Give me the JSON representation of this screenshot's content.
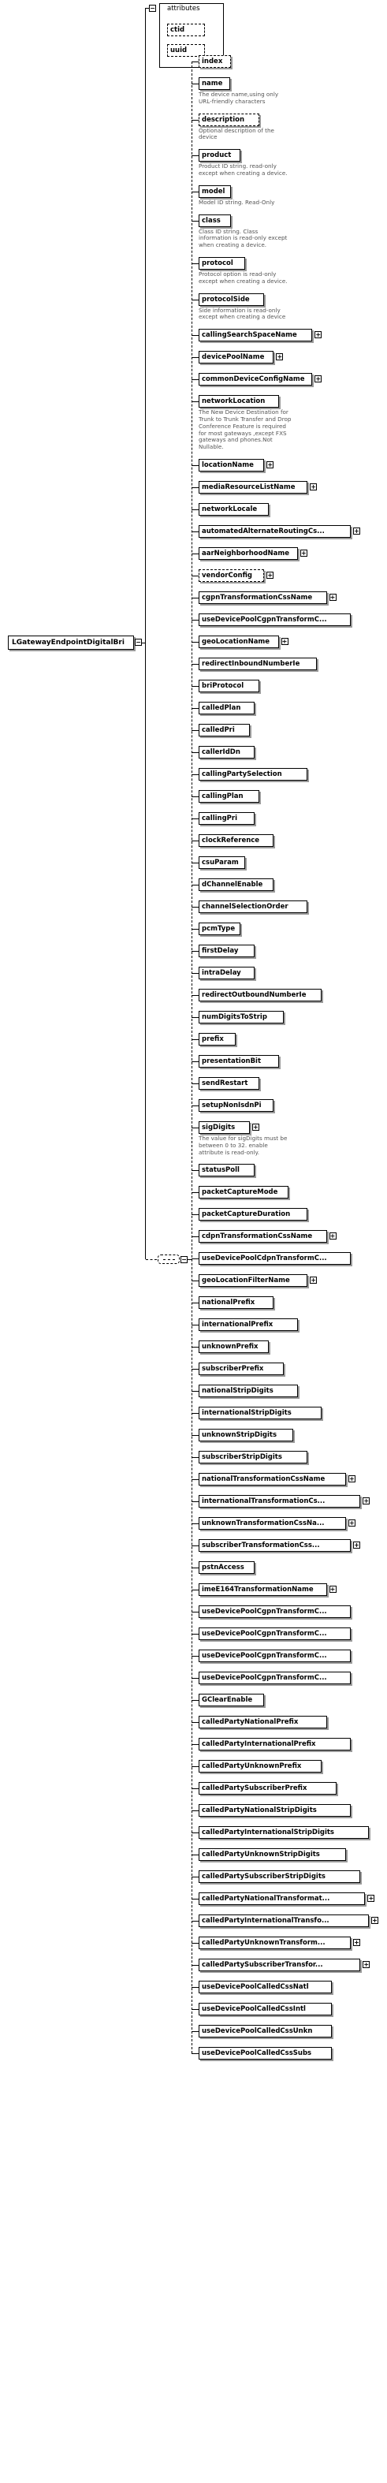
{
  "root": {
    "name": "LGatewayEndpointDigitalBri"
  },
  "attributes": {
    "title": "attributes",
    "items": [
      "ctid",
      "uuid"
    ]
  },
  "elements": [
    {
      "name": "index",
      "opt": true
    },
    {
      "name": "name",
      "desc": "The device name,using only URL-friendly characters"
    },
    {
      "name": "description",
      "opt": true,
      "desc": "Optional description of the device"
    },
    {
      "name": "product",
      "desc": "Product ID string. read-only except when creating a device."
    },
    {
      "name": "model",
      "desc": "Model ID string. Read-Only"
    },
    {
      "name": "class",
      "desc": "Class ID string. Class information is read-only except when creating a device."
    },
    {
      "name": "protocol",
      "desc": "Protocol option is read-only except when creating a device."
    },
    {
      "name": "protocolSide",
      "desc": "Side information is read-only except when creating a device"
    },
    {
      "name": "callingSearchSpaceName",
      "plus": true
    },
    {
      "name": "devicePoolName",
      "plus": true
    },
    {
      "name": "commonDeviceConfigName",
      "plus": true
    },
    {
      "name": "networkLocation",
      "desc": "The New Device Destination for Trunk to Trunk Transfer and Drop Conference Feature is required for most gateways ,except FXS gateways and phones.Not Nullable."
    },
    {
      "name": "locationName",
      "plus": true
    },
    {
      "name": "mediaResourceListName",
      "plus": true
    },
    {
      "name": "networkLocale"
    },
    {
      "name": "automatedAlternateRoutingCs...",
      "plus": true
    },
    {
      "name": "aarNeighborhoodName",
      "plus": true
    },
    {
      "name": "vendorConfig",
      "opt": true,
      "plus": true
    },
    {
      "name": "cgpnTransformationCssName",
      "plus": true
    },
    {
      "name": "useDevicePoolCgpnTransformC..."
    },
    {
      "name": "geoLocationName",
      "plus": true
    },
    {
      "name": "redirectInboundNumberIe"
    },
    {
      "name": "briProtocol"
    },
    {
      "name": "calledPlan"
    },
    {
      "name": "calledPri"
    },
    {
      "name": "callerIdDn"
    },
    {
      "name": "callingPartySelection"
    },
    {
      "name": "callingPlan"
    },
    {
      "name": "callingPri"
    },
    {
      "name": "clockReference"
    },
    {
      "name": "csuParam"
    },
    {
      "name": "dChannelEnable"
    },
    {
      "name": "channelSelectionOrder"
    },
    {
      "name": "pcmType"
    },
    {
      "name": "firstDelay"
    },
    {
      "name": "intraDelay"
    },
    {
      "name": "redirectOutboundNumberIe"
    },
    {
      "name": "numDigitsToStrip"
    },
    {
      "name": "prefix"
    },
    {
      "name": "presentationBit"
    },
    {
      "name": "sendRestart"
    },
    {
      "name": "setupNonIsdnPi"
    },
    {
      "name": "sigDigits",
      "plus": true,
      "desc": "The value for sigDigits must be between 0 to 32. enable attribute is read-only."
    },
    {
      "name": "statusPoll"
    },
    {
      "name": "packetCaptureMode"
    },
    {
      "name": "packetCaptureDuration"
    },
    {
      "name": "cdpnTransformationCssName",
      "plus": true
    },
    {
      "name": "useDevicePoolCdpnTransformC..."
    },
    {
      "name": "geoLocationFilterName",
      "plus": true
    },
    {
      "name": "nationalPrefix"
    },
    {
      "name": "internationalPrefix"
    },
    {
      "name": "unknownPrefix"
    },
    {
      "name": "subscriberPrefix"
    },
    {
      "name": "nationalStripDigits"
    },
    {
      "name": "internationalStripDigits"
    },
    {
      "name": "unknownStripDigits"
    },
    {
      "name": "subscriberStripDigits"
    },
    {
      "name": "nationalTransformationCssName",
      "plus": true
    },
    {
      "name": "internationalTransformationCs...",
      "plus": true
    },
    {
      "name": "unknownTransformationCssNa...",
      "plus": true
    },
    {
      "name": "subscriberTransformationCss...",
      "plus": true
    },
    {
      "name": "pstnAccess"
    },
    {
      "name": "imeE164TransformationName",
      "plus": true
    },
    {
      "name": "useDevicePoolCgpnTransformC..."
    },
    {
      "name": "useDevicePoolCgpnTransformC..."
    },
    {
      "name": "useDevicePoolCgpnTransformC..."
    },
    {
      "name": "useDevicePoolCgpnTransformC..."
    },
    {
      "name": "GClearEnable"
    },
    {
      "name": "calledPartyNationalPrefix"
    },
    {
      "name": "calledPartyInternationalPrefix"
    },
    {
      "name": "calledPartyUnknownPrefix"
    },
    {
      "name": "calledPartySubscriberPrefix"
    },
    {
      "name": "calledPartyNationalStripDigits"
    },
    {
      "name": "calledPartyInternationalStripDigits"
    },
    {
      "name": "calledPartyUnknownStripDigits"
    },
    {
      "name": "calledPartySubscriberStripDigits"
    },
    {
      "name": "calledPartyNationalTransformat...",
      "plus": true
    },
    {
      "name": "calledPartyInternationalTransfo...",
      "plus": true
    },
    {
      "name": "calledPartyUnknownTransform...",
      "plus": true
    },
    {
      "name": "calledPartySubscriberTransfor...",
      "plus": true
    },
    {
      "name": "useDevicePoolCalledCssNatl"
    },
    {
      "name": "useDevicePoolCalledCssIntl"
    },
    {
      "name": "useDevicePoolCalledCssUnkn"
    },
    {
      "name": "useDevicePoolCalledCssSubs"
    }
  ]
}
